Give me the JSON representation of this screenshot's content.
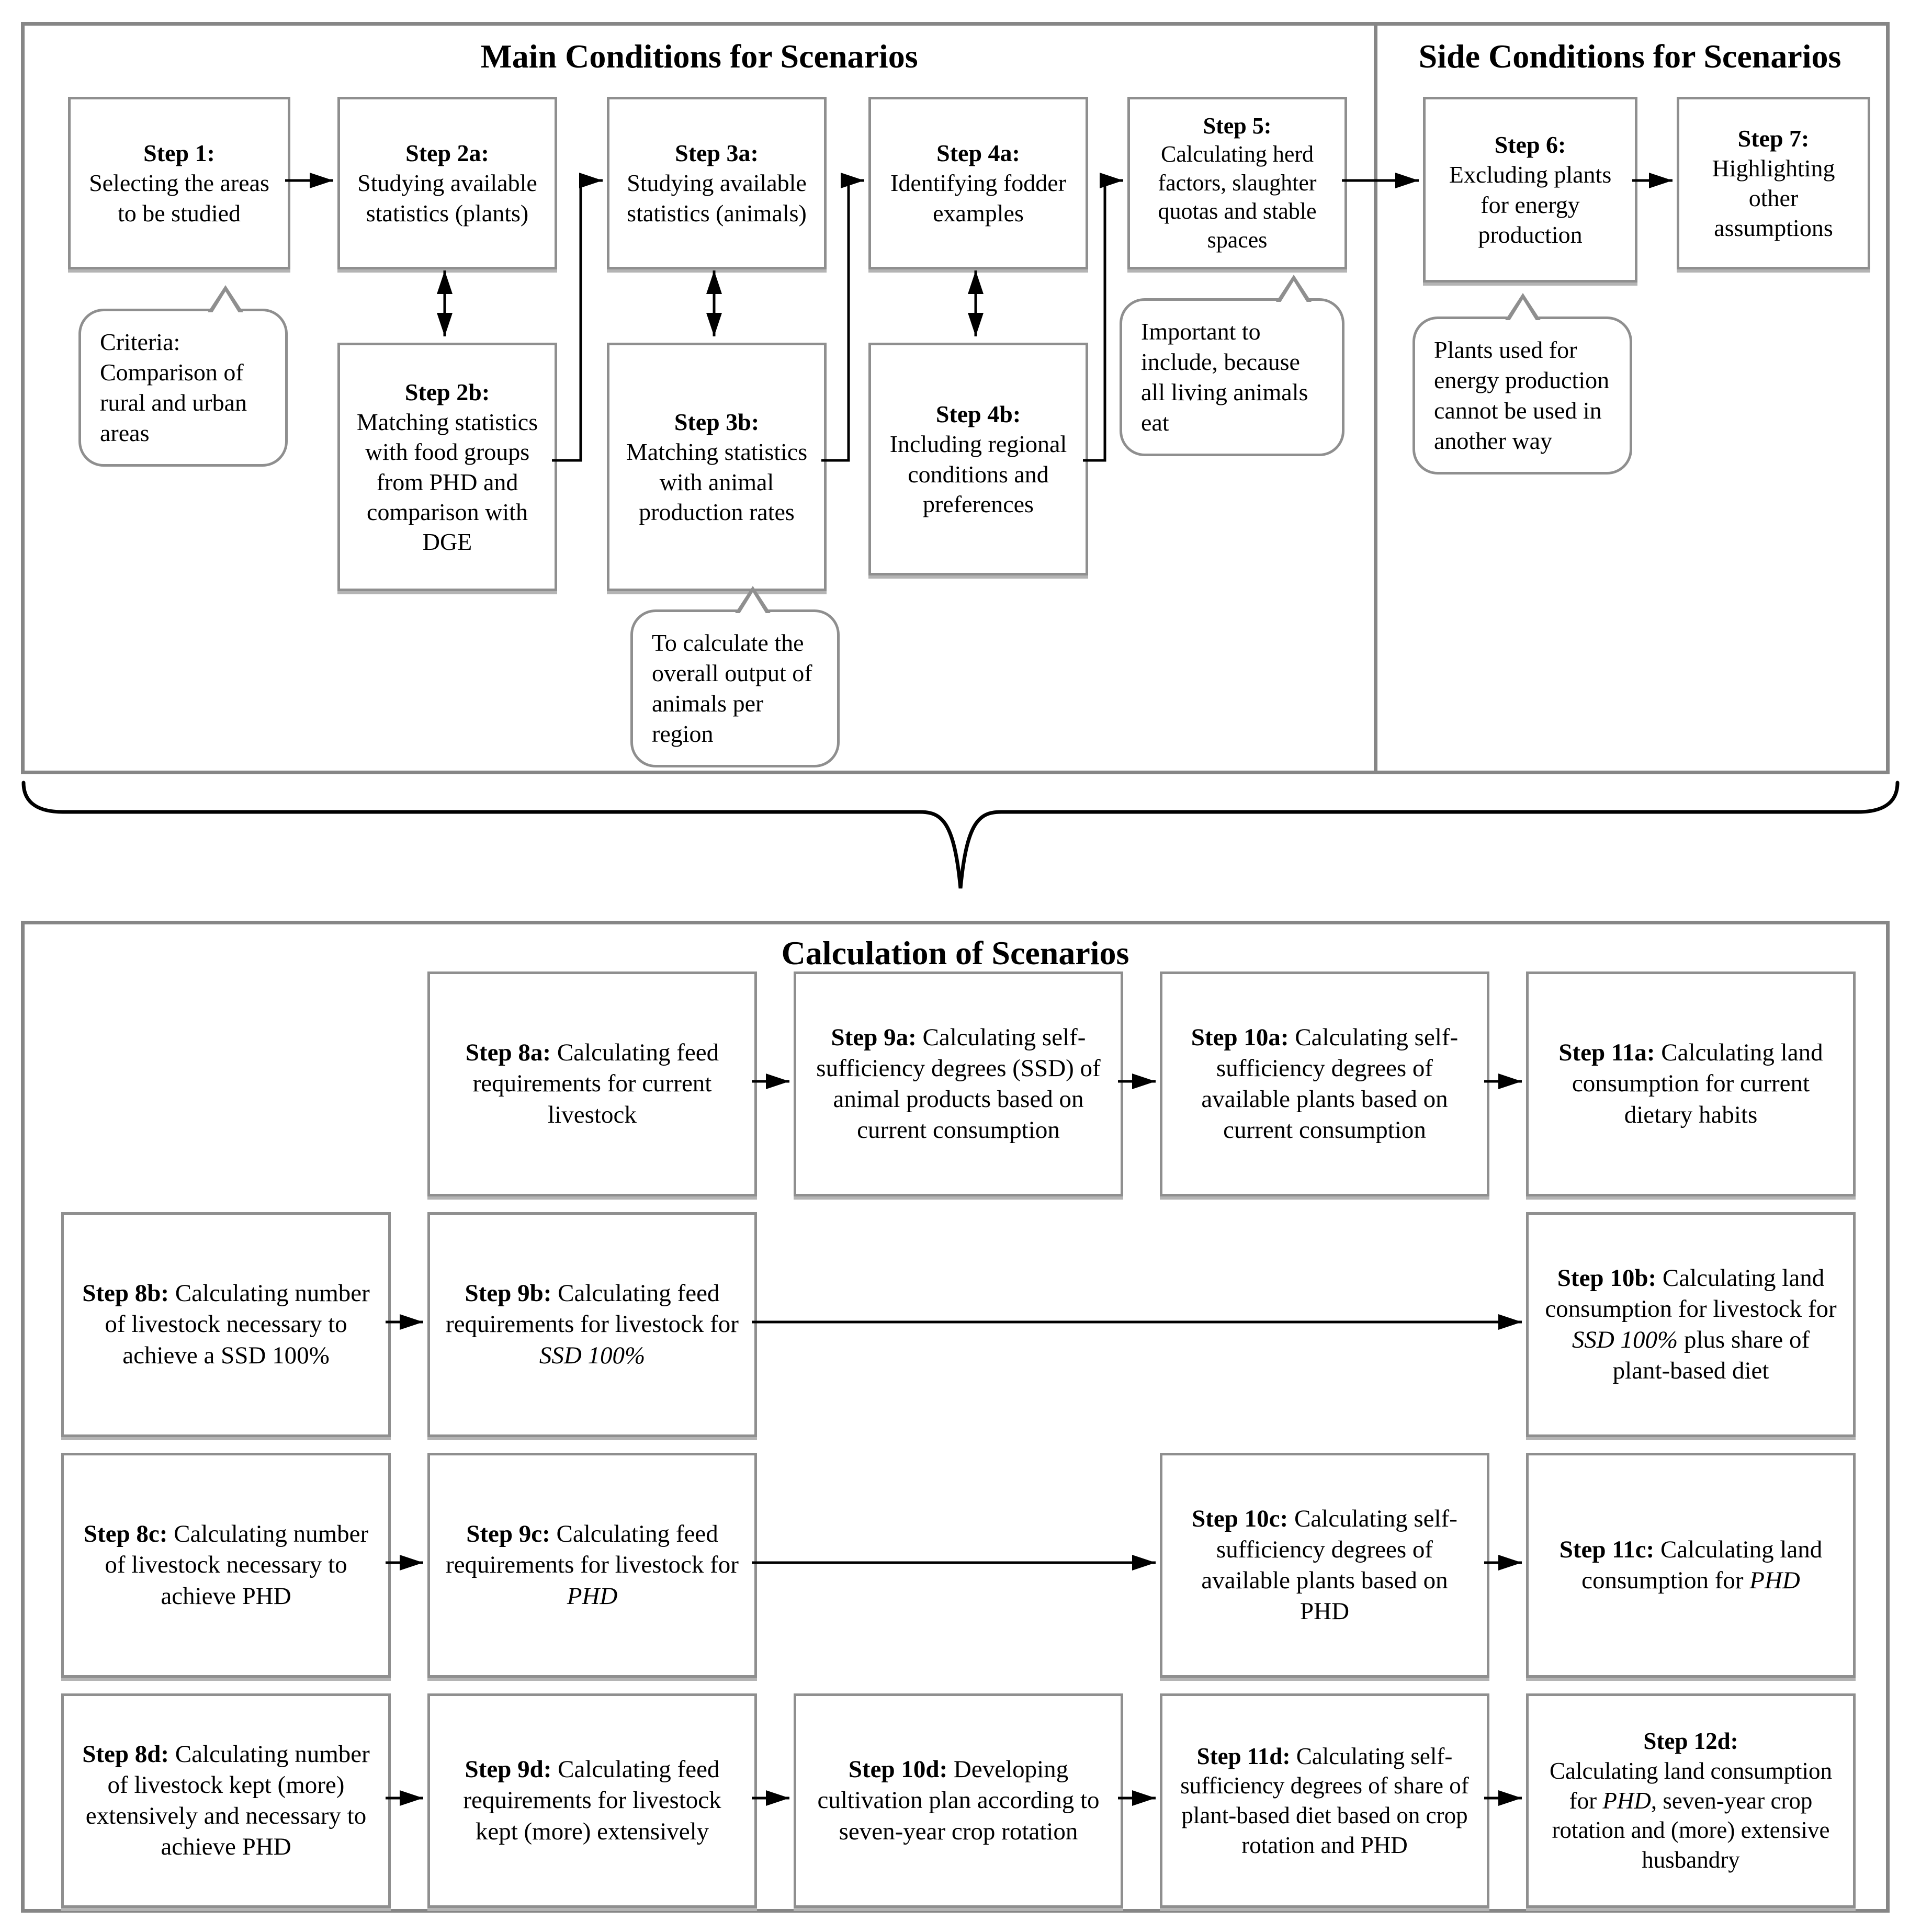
{
  "top": {
    "main_title": "Main Conditions for Scenarios",
    "side_title": "Side Conditions for Scenarios",
    "steps": {
      "s1": {
        "label": "Step 1:",
        "body": "Selecting the areas to be studied"
      },
      "s2a": {
        "label": "Step 2a:",
        "body": "Studying available statistics (plants)"
      },
      "s3a": {
        "label": "Step 3a:",
        "body": "Studying available statistics (animals)"
      },
      "s4a": {
        "label": "Step 4a:",
        "body": "Identifying fodder examples"
      },
      "s5": {
        "label": "Step 5:",
        "body": "Calculating herd factors, slaughter quotas and stable spaces"
      },
      "s2b": {
        "label": "Step 2b:",
        "body": "Matching statistics with food groups from PHD and comparison with DGE"
      },
      "s3b": {
        "label": "Step 3b:",
        "body": "Matching statistics with animal production rates"
      },
      "s4b": {
        "label": "Step 4b:",
        "body": "Including regional conditions and preferences"
      },
      "s6": {
        "label": "Step 6:",
        "body": "Excluding plants for energy production"
      },
      "s7": {
        "label": "Step 7:",
        "body": "Highlighting other assumptions"
      }
    },
    "callouts": {
      "criteria": "Criteria: Comparison of rural and urban areas",
      "to_calculate": "To calculate the overall output of animals per region",
      "important": "Important to include, because all living animals eat",
      "plants": "Plants used for energy production cannot be used in another way"
    }
  },
  "bottom": {
    "title": "Calculation of Scenarios",
    "steps": {
      "s8a": {
        "label": "Step 8a:",
        "pre": " Calculating feed requirements for current livestock"
      },
      "s9a": {
        "label": "Step 9a:",
        "pre": " Calculating self-sufficiency degrees (SSD) of animal products based on current consumption"
      },
      "s10a": {
        "label": "Step 10a:",
        "pre": " Calculating self-sufficiency degrees of available plants based on current consumption"
      },
      "s11a": {
        "label": "Step 11a:",
        "pre": " Calculating land consumption for current dietary habits"
      },
      "s8b": {
        "label": "Step 8b:",
        "pre": " Calculating number of livestock necessary to achieve a SSD 100%"
      },
      "s9b": {
        "label": "Step 9b:",
        "pre": " Calculating feed requirements for livestock for ",
        "em": "SSD 100%",
        "post": ""
      },
      "s10b": {
        "label": "Step 10b:",
        "pre": " Calculating land consumption for livestock for ",
        "em": "SSD 100%",
        "post": " plus share of plant-based diet"
      },
      "s8c": {
        "label": "Step 8c:",
        "pre": " Calculating number of livestock necessary to achieve PHD"
      },
      "s9c": {
        "label": "Step 9c:",
        "pre": " Calculating feed requirements for livestock for ",
        "em": "PHD",
        "post": ""
      },
      "s10c": {
        "label": "Step 10c:",
        "pre": " Calculating self-sufficiency degrees of available plants based on PHD"
      },
      "s11c": {
        "label": "Step 11c:",
        "pre": " Calculating land consumption for ",
        "em": "PHD",
        "post": ""
      },
      "s8d": {
        "label": "Step 8d:",
        "pre": " Calculating number of livestock kept (more) extensively and necessary to achieve PHD"
      },
      "s9d": {
        "label": "Step 9d:",
        "pre": " Calculating feed requirements for livestock kept (more) extensively"
      },
      "s10d": {
        "label": "Step 10d:",
        "pre": " Developing cultivation plan according to seven-year crop rotation"
      },
      "s11d": {
        "label": "Step 11d:",
        "pre": " Calculating self-sufficiency degrees of share of plant-based diet based on crop rotation and PHD"
      },
      "s12d": {
        "label": "Step 12d:",
        "pre": " Calculating land consumption for ",
        "em": "PHD",
        "post": ", seven-year crop rotation and (more) extensive husbandry"
      }
    }
  }
}
